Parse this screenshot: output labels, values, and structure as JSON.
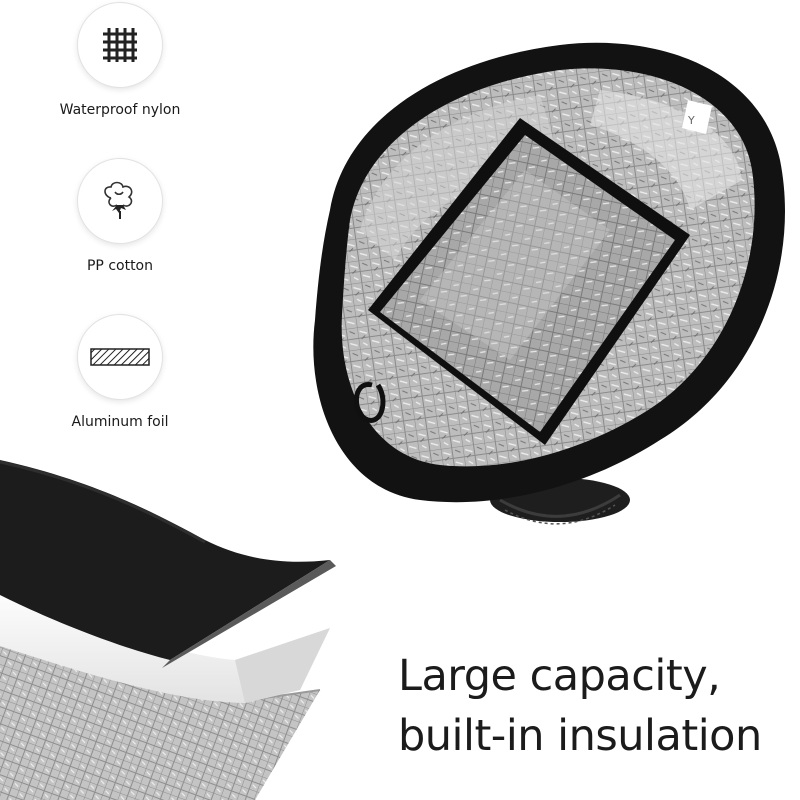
{
  "features": [
    {
      "label": "Waterproof nylon",
      "icon": "grid-icon"
    },
    {
      "label": "PP cotton",
      "icon": "cotton-flower-icon"
    },
    {
      "label": "Aluminum foil",
      "icon": "hatched-strip-icon"
    }
  ],
  "headline": {
    "line1": "Large capacity,",
    "line2": "built-in insulation"
  },
  "bag_tag_letter": "Y",
  "colors": {
    "nylon": "#1a1a1a",
    "foil": "#b8b8b8",
    "cotton": "#f2f2f2"
  }
}
